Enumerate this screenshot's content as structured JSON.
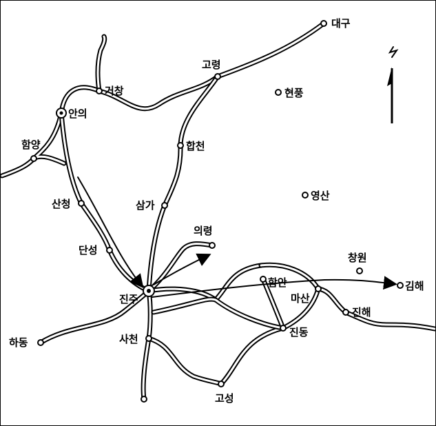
{
  "places": {
    "daegu": "대구",
    "goryeong": "고령",
    "geochang": "거창",
    "hyeonpung": "현풍",
    "anui": "안의",
    "hapcheon": "합천",
    "hamyang": "함양",
    "yeongsan": "영산",
    "samga": "삼가",
    "sancheong": "산청",
    "uiryeong": "의령",
    "changwon": "창원",
    "danseong": "단성",
    "haman": "함안",
    "gimhae": "김해",
    "masan": "마산",
    "jinju": "진주",
    "jinhae": "진해",
    "jindong": "진동",
    "hadong": "하동",
    "sacheon": "사천",
    "goseong": "고성"
  },
  "north_arrow": {
    "label": "N"
  },
  "colors": {
    "ink": "#000000",
    "paper": "#ffffff"
  }
}
